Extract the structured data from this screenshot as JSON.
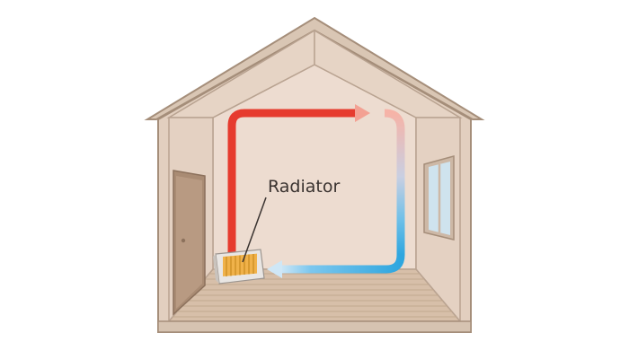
{
  "labels": {
    "radiator": "Radiator"
  },
  "colors": {
    "wall_outer": "#d6c3b1",
    "wall_inner": "#ead8c9",
    "back_wall": "#eddcd0",
    "floor": "#d7bfa9",
    "floor_lines": "#c2a890",
    "outline": "#a58e7a",
    "door": "#a98b73",
    "window_frame": "#cdb8a6",
    "window_glass": "#cfe3ee",
    "warm_air": "#e63b2e",
    "cool_air": "#2ea6df",
    "radiator_body": "#d7d3cf",
    "radiator_fins": "#f0b24a"
  },
  "legend": {
    "warm_air_icon": "arrow-up-right-red",
    "cool_air_icon": "arrow-left-blue"
  }
}
